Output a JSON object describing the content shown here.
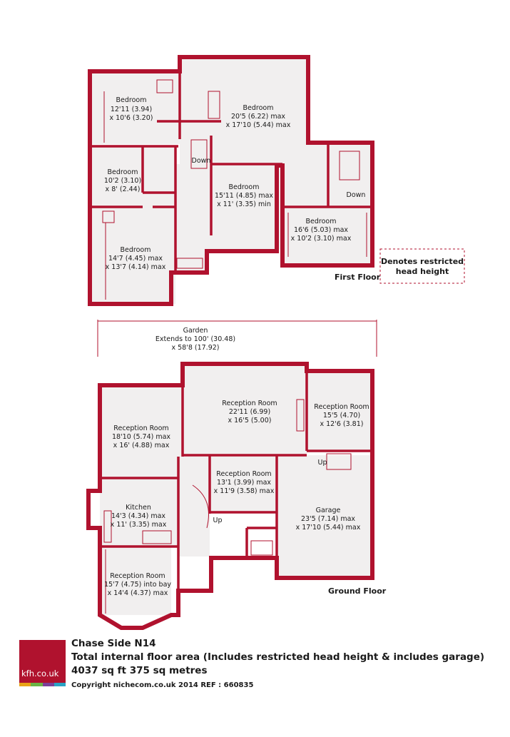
{
  "legend": {
    "line1": "Denotes restricted",
    "line2": "head height"
  },
  "floors": {
    "first": "First Floor",
    "ground": "Ground Floor"
  },
  "first_floor_rooms": [
    {
      "name": "Bedroom",
      "dim1": "12'11 (3.94)",
      "dim2": "x 10'6 (3.20)"
    },
    {
      "name": "Bedroom",
      "dim1": "20'5 (6.22) max",
      "dim2": "x 17'10 (5.44) max"
    },
    {
      "name": "Bedroom",
      "dim1": "10'2 (3.10)",
      "dim2": "x  8' (2.44)"
    },
    {
      "name": "Bedroom",
      "dim1": "15'11 (4.85) max",
      "dim2": "x 11' (3.35) min"
    },
    {
      "name": "Bedroom",
      "dim1": "16'6 (5.03) max",
      "dim2": "x 10'2 (3.10) max"
    },
    {
      "name": "Bedroom",
      "dim1": "14'7 (4.45) max",
      "dim2": "x 13'7 (4.14) max"
    }
  ],
  "first_floor_stairs": [
    "Down",
    "Down"
  ],
  "garden": {
    "name": "Garden",
    "dim1": "Extends to 100' (30.48)",
    "dim2": "x 58'8 (17.92)"
  },
  "ground_floor_rooms": [
    {
      "name": "Reception Room",
      "dim1": "22'11 (6.99)",
      "dim2": "x 16'5 (5.00)"
    },
    {
      "name": "Reception Room",
      "dim1": "15'5 (4.70)",
      "dim2": "x 12'6 (3.81)"
    },
    {
      "name": "Reception Room",
      "dim1": "18'10 (5.74) max",
      "dim2": "x 16' (4.88) max"
    },
    {
      "name": "Reception Room",
      "dim1": "13'1 (3.99) max",
      "dim2": "x 11'9 (3.58) max"
    },
    {
      "name": "Kitchen",
      "dim1": "14'3 (4.34) max",
      "dim2": "x 11' (3.35) max"
    },
    {
      "name": "Garage",
      "dim1": "23'5 (7.14) max",
      "dim2": "x 17'10 (5.44) max"
    },
    {
      "name": "Reception Room",
      "dim1": "15'7 (4.75) into bay",
      "dim2": "x 14'4 (4.37) max"
    }
  ],
  "ground_floor_stairs": [
    "Up",
    "Up"
  ],
  "footer": {
    "title": "Chase Side  N14",
    "area_desc": "Total internal floor area (Includes restricted head height & includes garage)",
    "area_values": "4037 sq ft 375 sq metres",
    "copyright": "Copyright nichecom.co.uk 2014    REF : 660835"
  },
  "logo": {
    "text": "kfh.co.uk",
    "stripe_colors": [
      "#e8a317",
      "#6bb445",
      "#7c3f98",
      "#2ba3c4"
    ]
  },
  "colors": {
    "wall": "#b0122e",
    "floor": "#f1efef"
  }
}
